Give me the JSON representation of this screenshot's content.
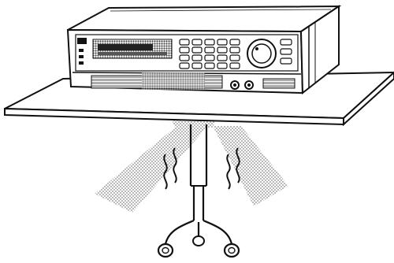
{
  "diagram": {
    "palette": {
      "ink": "#111111",
      "paper": "#ffffff",
      "halftone": "#9a9a9a",
      "panel": "#2a2a2a"
    },
    "parts": [
      "instrument-chassis",
      "front-panel-display",
      "keypad",
      "rotary-knob",
      "ventilation-grille",
      "output-terminals",
      "table-top",
      "table-leg",
      "heat-lines-left",
      "heat-lines-right",
      "hot-air-flow-left",
      "hot-air-flow-right",
      "tripod-base"
    ]
  }
}
